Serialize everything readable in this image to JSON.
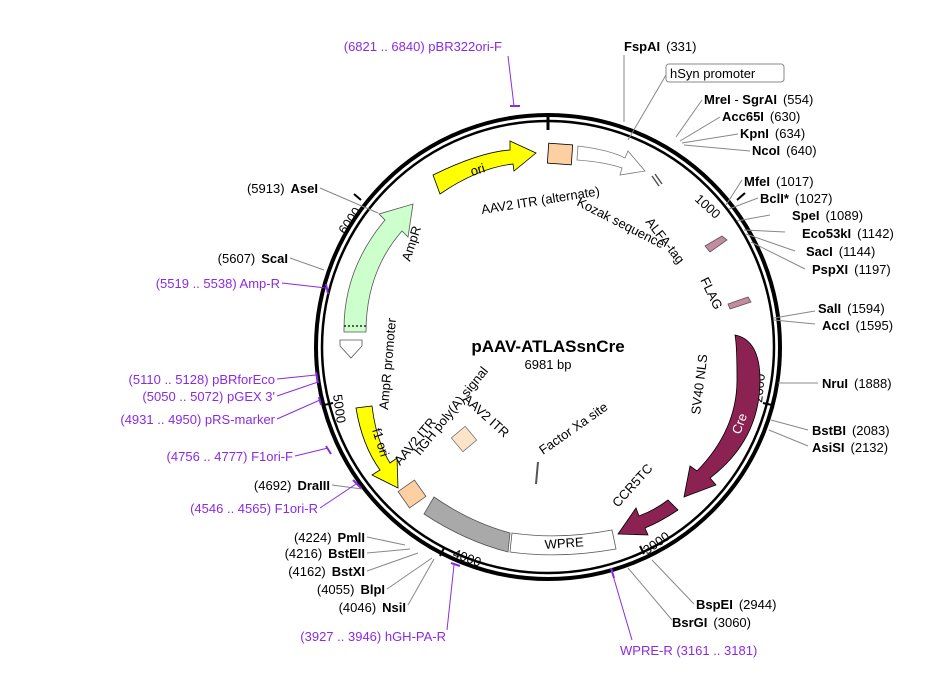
{
  "plasmid": {
    "name": "pAAV-ATLASsnCre",
    "size": "6981 bp"
  },
  "ticks": [
    "1000",
    "2000",
    "3000",
    "4000",
    "5000",
    "6000"
  ],
  "sites": {
    "fspai": {
      "name": "FspAI",
      "pos": "(331)"
    },
    "mrei": {
      "name": "MreI",
      "sep": " - ",
      "name2": "SgrAI",
      "pos": "(554)"
    },
    "acc65i": {
      "name": "Acc65I",
      "pos": "(630)"
    },
    "kpni": {
      "name": "KpnI",
      "pos": "(634)"
    },
    "ncoi": {
      "name": "NcoI",
      "pos": "(640)"
    },
    "mfei": {
      "name": "MfeI",
      "pos": "(1017)"
    },
    "bcli": {
      "name": "BclI*",
      "pos": "(1027)"
    },
    "spei": {
      "name": "SpeI",
      "pos": "(1089)"
    },
    "eco53ki": {
      "name": "Eco53kI",
      "pos": "(1142)"
    },
    "saci": {
      "name": "SacI",
      "pos": "(1144)"
    },
    "pspxi": {
      "name": "PspXI",
      "pos": "(1197)"
    },
    "sali": {
      "name": "SalI",
      "pos": "(1594)"
    },
    "acci": {
      "name": "AccI",
      "pos": "(1595)"
    },
    "nrui": {
      "name": "NruI",
      "pos": "(1888)"
    },
    "bstbi": {
      "name": "BstBI",
      "pos": "(2083)"
    },
    "asisi": {
      "name": "AsiSI",
      "pos": "(2132)"
    },
    "bspei": {
      "name": "BspEI",
      "pos": "(2944)"
    },
    "bsrgi": {
      "name": "BsrGI",
      "pos": "(3060)"
    },
    "nsii": {
      "name": "NsiI",
      "pos": "(4046)"
    },
    "blpi": {
      "name": "BlpI",
      "pos": "(4055)"
    },
    "bstxi": {
      "name": "BstXI",
      "pos": "(4162)"
    },
    "bsteii": {
      "name": "BstEII",
      "pos": "(4216)"
    },
    "pmli": {
      "name": "PmlI",
      "pos": "(4224)"
    },
    "draiii": {
      "name": "DraIII",
      "pos": "(4692)"
    },
    "scai": {
      "name": "ScaI",
      "pos": "(5607)"
    },
    "asei": {
      "name": "AseI",
      "pos": "(5913)"
    }
  },
  "primers": {
    "pbr322ori": "(6821 .. 6840)  pBR322ori-F",
    "ampr": "(5519 .. 5538)  Amp-R",
    "pbrforeco": "(5110 .. 5128)  pBRforEco",
    "pgex3": "(5050 .. 5072)  pGEX 3'",
    "prsmarker": "(4931 .. 4950)  pRS-marker",
    "f1orif": "(4756 .. 4777)  F1ori-F",
    "f1orir": "(4546 .. 4565)  F1ori-R",
    "hghpar": "(3927 .. 3946)  hGH-PA-R",
    "wprer": "WPRE-R  (3161 .. 3181)"
  },
  "features": {
    "hsyn": "hSyn promoter",
    "aav2itr_alt": "AAV2 ITR (alternate)",
    "kozak": "Kozak sequence",
    "alfa": "ALFA-tag",
    "flag": "FLAG",
    "sv40": "SV40 NLS",
    "cre": "Cre",
    "ccr5tc": "CCR5TC",
    "wpre": "WPRE",
    "hghpoly": "hGH poly(A) signal",
    "aav2itr": "AAV2 ITR",
    "aav2itr_inner": "AAV2 ITR",
    "factorxa": "Factor Xa site",
    "f1ori": "f1 ori",
    "amprpromoter": "AmpR promoter",
    "ampr": "AmpR",
    "ori": "ori"
  },
  "colors": {
    "backbone": "#000000",
    "primer": "#8a2be2",
    "ori": "#ffff00",
    "ampr": "#ccffcc",
    "cre": "#8b2252",
    "itr": "#fdd0a2",
    "hgh": "#a9a9a9",
    "tag": "#c58aa0"
  }
}
